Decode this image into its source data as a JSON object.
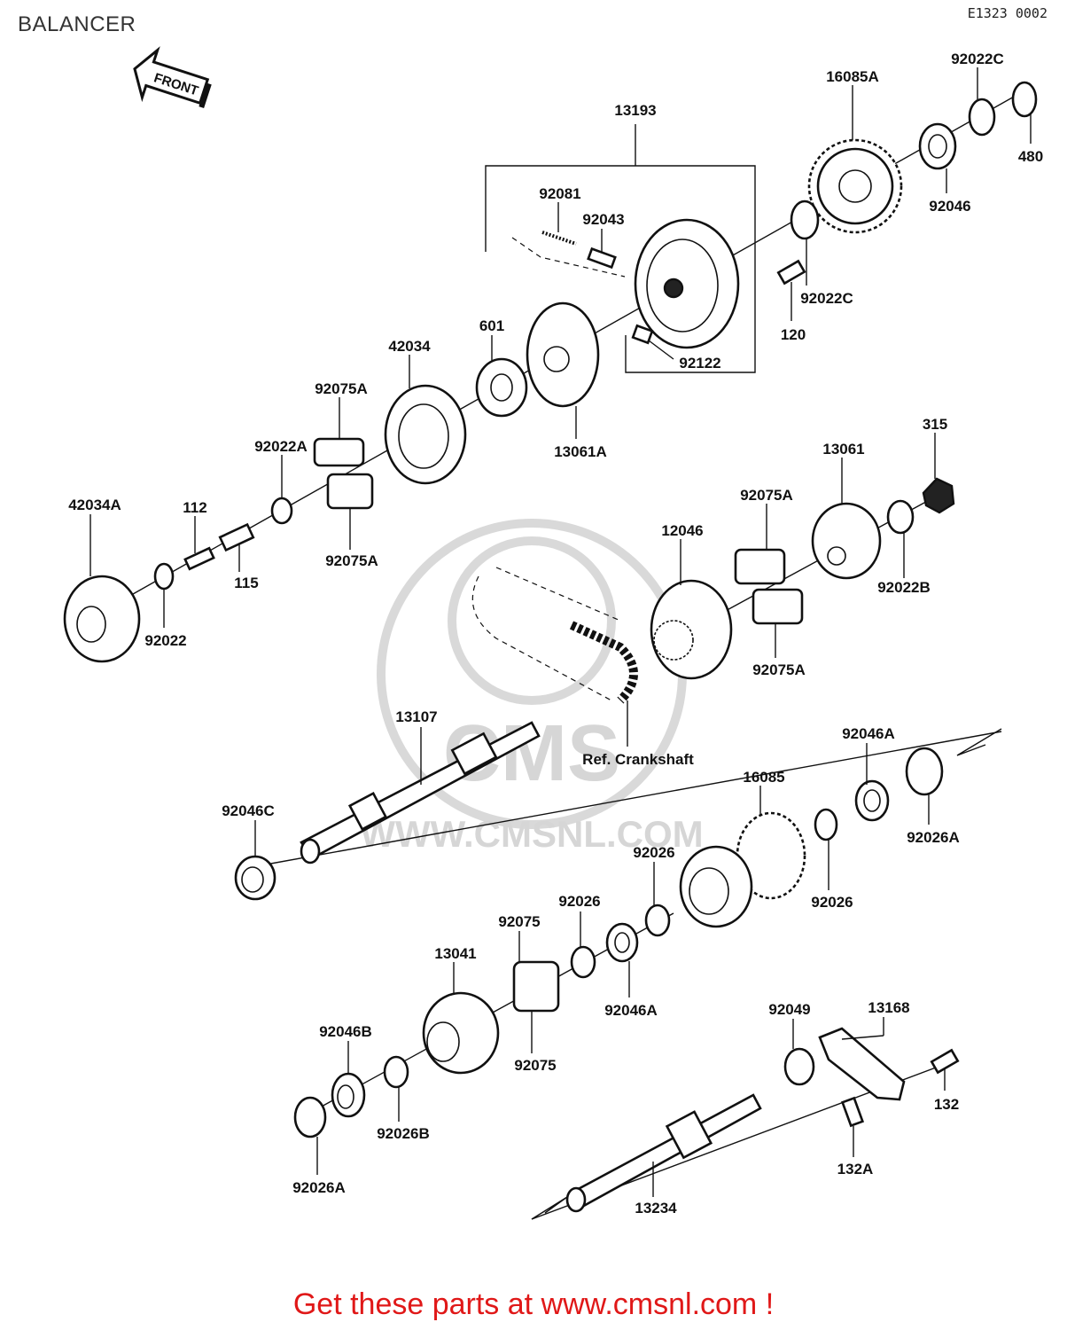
{
  "header": {
    "title": "BALANCER",
    "diagram_code": "E1323 0002"
  },
  "front_arrow": {
    "label": "FRONT"
  },
  "watermark": {
    "brand": "CMS",
    "url": "WWW.CMSNL.COM"
  },
  "parts": {
    "p13193": "13193",
    "p16085A": "16085A",
    "p92022C_top": "92022C",
    "p480": "480",
    "p92046": "92046",
    "p92022C_mid": "92022C",
    "p120": "120",
    "p92081": "92081",
    "p92043": "92043",
    "p92122": "92122",
    "p601": "601",
    "p42034": "42034",
    "p13061A": "13061A",
    "p92075A_1": "92075A",
    "p92022A": "92022A",
    "p92075A_2": "92075A",
    "p42034A": "42034A",
    "p112": "112",
    "p115": "115",
    "p92022": "92022",
    "p315": "315",
    "p13061": "13061",
    "p92075A_3": "92075A",
    "p12046": "12046",
    "p92022B": "92022B",
    "p92075A_4": "92075A",
    "p13107": "13107",
    "ref_crankshaft": "Ref. Crankshaft",
    "p92046A_1": "92046A",
    "p16085": "16085",
    "p92046C": "92046C",
    "p92026A_1": "92026A",
    "p92026_1": "92026",
    "p92026_2": "92026",
    "p92026_3": "92026",
    "p92075_1": "92075",
    "p13041": "13041",
    "p92046A_2": "92046A",
    "p92075_2": "92075",
    "p92049": "92049",
    "p13168": "13168",
    "p92046B": "92046B",
    "p132": "132",
    "p92026B": "92026B",
    "p132A": "132A",
    "p92026A_2": "92026A",
    "p13234": "13234"
  },
  "footer": {
    "promo": "Get these parts at www.cmsnl.com !",
    "promo_color": "#e01818"
  }
}
